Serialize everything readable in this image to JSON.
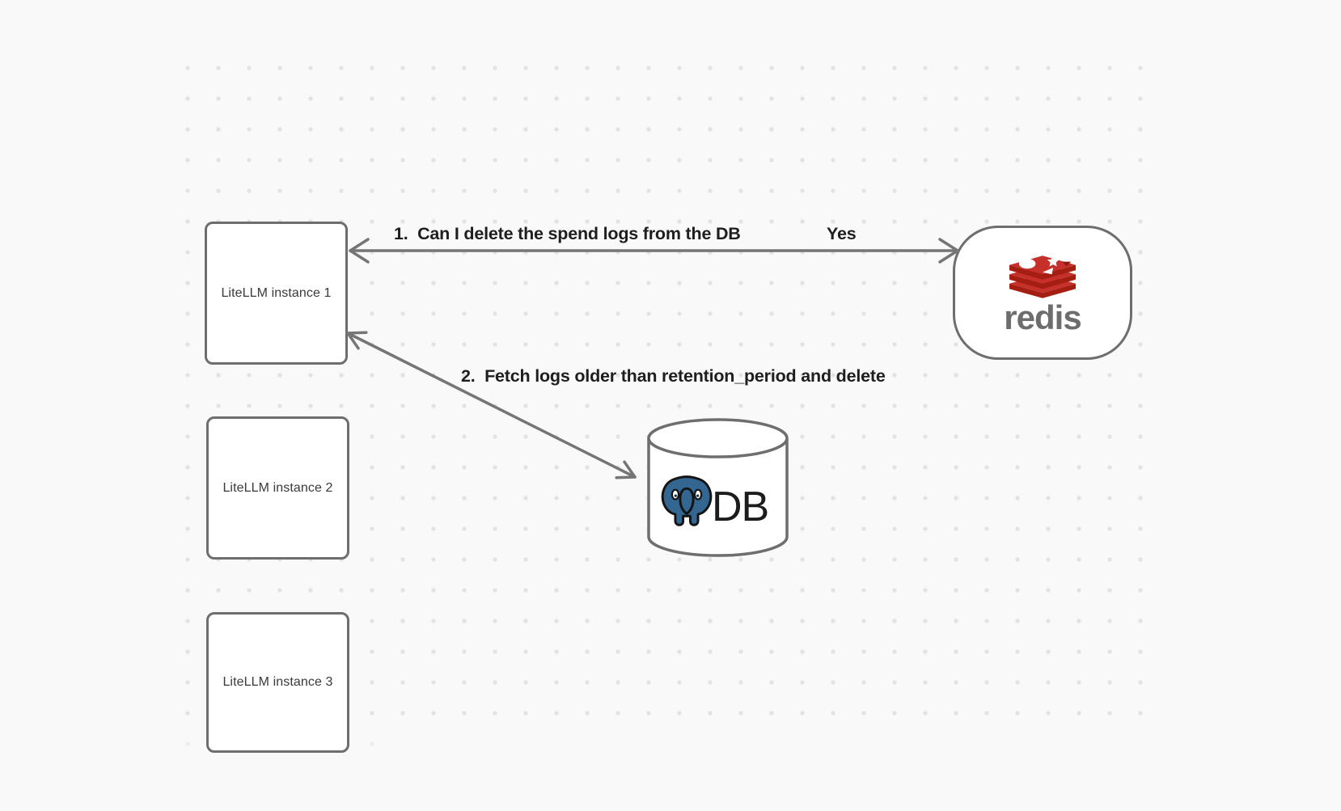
{
  "diagram": {
    "type": "architecture-diagram",
    "background": {
      "color": "#f9f9f9",
      "dot_color": "#e3e3e3"
    },
    "nodes": {
      "litellm1": {
        "label": "LiteLLM instance 1"
      },
      "litellm2": {
        "label": "LiteLLM instance 2"
      },
      "litellm3": {
        "label": "LiteLLM instance 3"
      },
      "redis": {
        "wordmark": "redis",
        "logo": "redis-stack-logo"
      },
      "db": {
        "label": "DB",
        "logo": "postgresql-elephant-logo"
      }
    },
    "arrows": {
      "arrow1": {
        "label": "1.  Can I delete the spend logs from the DB",
        "response": "Yes",
        "between": "litellm1 and redis",
        "double_headed": true
      },
      "arrow2": {
        "label": "2.  Fetch logs older than retention_period and delete",
        "between": "litellm1 and db",
        "double_headed": true
      }
    },
    "colors": {
      "shape_stroke": "#6e6e6e",
      "arrow_stroke": "#757575",
      "label_text": "#1e1e1e",
      "node_text": "#3a3a3a",
      "redis_red": "#c6302b",
      "redis_dark_red": "#a41e11",
      "redis_wordmark_gray": "#6d6d6d",
      "postgres_blue": "#336791",
      "db_text": "#1c1c1c"
    }
  }
}
